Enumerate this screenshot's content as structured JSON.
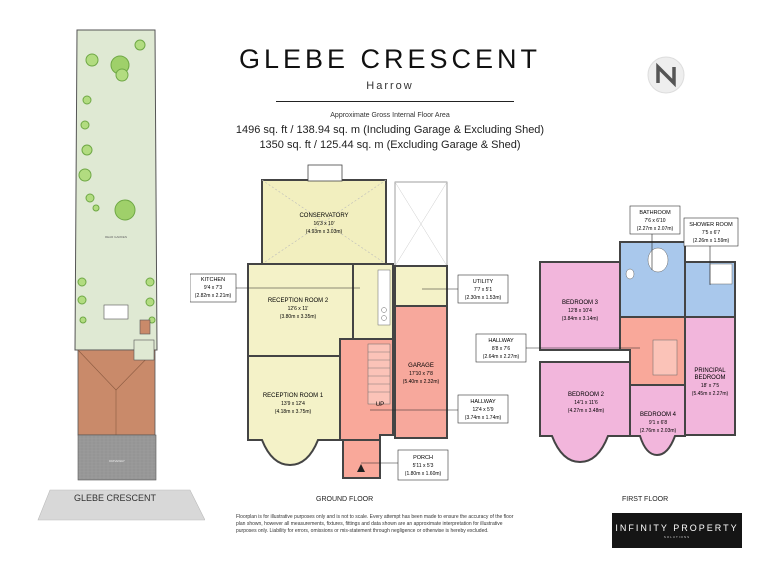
{
  "header": {
    "title": "GLEBE CRESCENT",
    "subtitle": "Harrow",
    "area_title": "Approximate Gross Internal Floor Area",
    "area_line_1": "1496 sq. ft / 138.94 sq. m (Including Garage & Excluding Shed)",
    "area_line_2": "1350 sq. ft / 125.44 sq. m (Excluding Garage & Shed)"
  },
  "site_plan": {
    "street_name": "GLEBE CRESCENT",
    "garden_label": "REAR GARDEN",
    "driveway_label": "DRIVEWAY"
  },
  "ground_floor": {
    "label": "GROUND FLOOR",
    "rooms": {
      "conservatory": {
        "name": "CONSERVATORY",
        "imperial": "16'3 x 10'",
        "metric": "(4.93m x 3.03m)"
      },
      "kitchen": {
        "name": "KITCHEN",
        "imperial": "9'4 x 7'3",
        "metric": "(2.82m x 2.21m)"
      },
      "reception2": {
        "name": "RECEPTION ROOM 2",
        "imperial": "12'6 x 11'",
        "metric": "(3.80m x 3.35m)"
      },
      "reception1": {
        "name": "RECEPTION ROOM 1",
        "imperial": "13'9 x 12'4",
        "metric": "(4.18m x 3.75m)"
      },
      "utility": {
        "name": "UTILITY",
        "imperial": "7'7 x 5'1",
        "metric": "(2.30m x 1.53m)"
      },
      "garage": {
        "name": "GARAGE",
        "imperial": "17'10 x 7'8",
        "metric": "(5.40m x 2.32m)"
      },
      "hallway": {
        "name": "HALLWAY",
        "imperial": "12'4 x 5'9",
        "metric": "(3.74m x 1.74m)"
      },
      "porch": {
        "name": "PORCH",
        "imperial": "5'11 x 5'3",
        "metric": "(1.80m x 1.60m)"
      },
      "stairs_label": "UP"
    }
  },
  "first_floor": {
    "label": "FIRST FLOOR",
    "rooms": {
      "bathroom": {
        "name": "BATHROOM",
        "imperial": "7'6 x 6'10",
        "metric": "(2.27m x 2.07m)"
      },
      "shower": {
        "name": "SHOWER ROOM",
        "imperial": "7'5 x 6'7",
        "metric": "(2.26m x 1.59m)"
      },
      "bedroom3": {
        "name": "BEDROOM 3",
        "imperial": "12'8 x 10'4",
        "metric": "(3.84m x 3.14m)"
      },
      "hallway": {
        "name": "HALLWAY",
        "imperial": "8'8 x 7'6",
        "metric": "(2.64m x 2.27m)"
      },
      "bedroom2": {
        "name": "BEDROOM 2",
        "imperial": "14'1 x 11'6",
        "metric": "(4.27m x 3.48m)"
      },
      "bedroom4": {
        "name": "BEDROOM 4",
        "imperial": "9'1 x 6'8",
        "metric": "(2.76m x 2.03m)"
      },
      "principal": {
        "name": "PRINCIPAL",
        "name2": "BEDROOM",
        "imperial": "18' x 7'5",
        "metric": "(5.45m x 2.27m)"
      }
    }
  },
  "footer": {
    "disclaimer": "Floorplan is for illustrative purposes only and is not to scale. Every attempt has been made to ensure the accuracy of the floor plan shown, however all measurements, fixtures, fittings and data shown are an approximate interpretation for illustrative purposes only. Liability for errors, omissions or mis-statement through negligence or otherwise is hereby excluded.",
    "brand_name": "INFINITY PROPERTY",
    "brand_sub": "SOLUTIONS"
  },
  "colors": {
    "conservatory": "#f2efbf",
    "reception": "#f4f2c8",
    "kitchen_hall": "#f9a89a",
    "garage": "#f7a89c",
    "bedroom": "#f2b6dc",
    "bathroom": "#a9c8ec",
    "grass": "#dfe9d3",
    "roof": "#c98a6a"
  }
}
